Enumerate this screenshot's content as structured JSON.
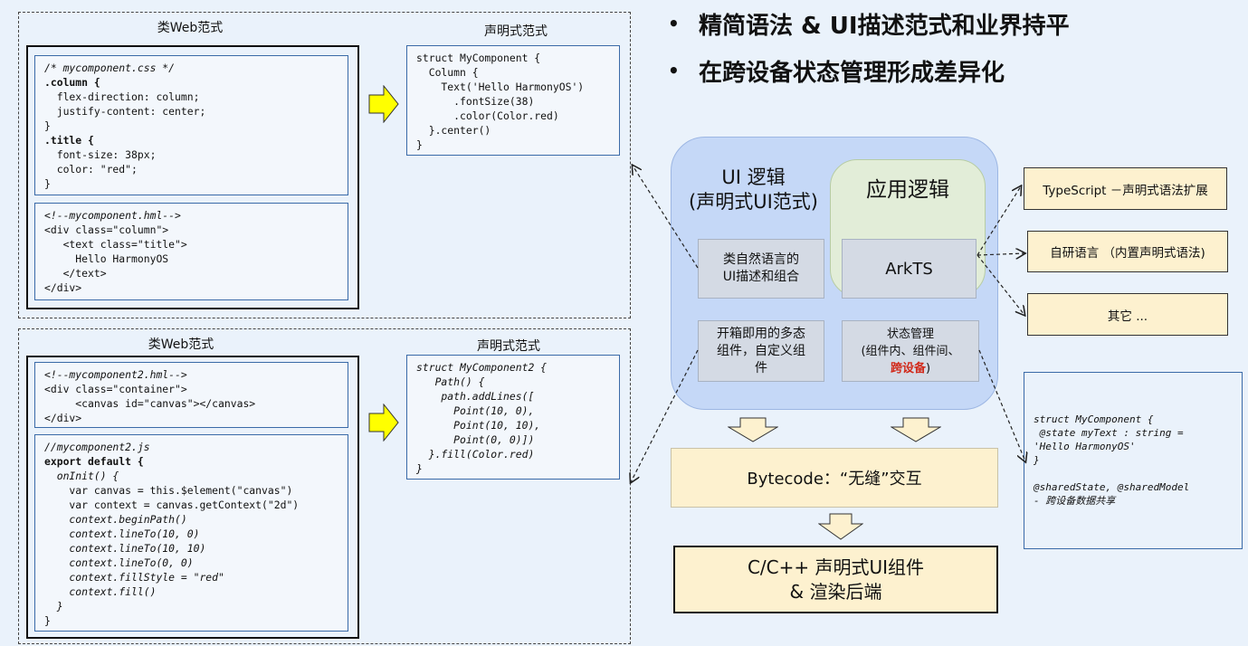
{
  "bullets": [
    "精简语法 & UI描述范式和业界持平",
    "在跨设备状态管理形成差异化"
  ],
  "panel1": {
    "left_title": "类Web范式",
    "right_title": "声明式范式",
    "css_lines": [
      "/* mycomponent.css */",
      ".column {",
      "  flex-direction: column;",
      "  justify-content: center;",
      "}",
      ".title {",
      "  font-size: 38px;",
      "  color: \"red\";",
      "}"
    ],
    "hml_lines": [
      "<!--mycomponent.hml-->",
      "<div class=\"column\">",
      "   <text class=\"title\">",
      "     Hello HarmonyOS",
      "   </text>",
      "</div>"
    ],
    "decl_lines": [
      "struct MyComponent {",
      "  Column {",
      "    Text('Hello HarmonyOS')",
      "      .fontSize(38)",
      "      .color(Color.red)",
      "  }.center()",
      "}"
    ]
  },
  "panel2": {
    "left_title": "类Web范式",
    "right_title": "声明式范式",
    "hml_lines": [
      "<!--mycomponent2.hml-->",
      "<div class=\"container\">",
      "     <canvas id=\"canvas\"></canvas>",
      "</div>"
    ],
    "js_lines": [
      "//mycomponent2.js",
      "export default {",
      "  onInit() {",
      "    var canvas = this.$element(\"canvas\")",
      "    var context = canvas.getContext(\"2d\")",
      "    context.beginPath()",
      "    context.lineTo(10, 0)",
      "    context.lineTo(10, 10)",
      "    context.lineTo(0, 0)",
      "    context.fillStyle = \"red\"",
      "    context.fill()",
      "  }",
      "}"
    ],
    "decl_lines": [
      "struct MyComponent2 {",
      "   Path() {",
      "    path.addLines([",
      "      Point(10, 0),",
      "      Point(10, 10),",
      "      Point(0, 0)])",
      "  }.fill(Color.red)",
      "}"
    ]
  },
  "arch": {
    "ui_logic_line1": "UI 逻辑",
    "ui_logic_line2": "(声明式UI范式)",
    "app_logic": "应用逻辑",
    "natural_line1": "类自然语言的",
    "natural_line2": "UI描述和组合",
    "arkts": "ArkTS",
    "components_line1": "开箱即用的多态",
    "components_line2": "组件，自定义组",
    "components_line3": "件",
    "state_line1": "状态管理",
    "state_line2_pre": "(组件内、组件间、",
    "state_line3_red": "跨设备",
    "state_line3_post": ")",
    "bytecode": "Bytecode：“无缝”交互",
    "backend_line1": "C/C++ 声明式UI组件",
    "backend_line2": "& 渲染后端"
  },
  "side_boxes": [
    "TypeScript －声明式语法扩展",
    "自研语言 （内置声明式语法)",
    "其它 ..."
  ],
  "state_code": {
    "lines": [
      "struct MyComponent {",
      " @state myText : string =",
      "'Hello HarmonyOS'",
      "}",
      "",
      "@sharedState, @sharedModel",
      "- 跨设备数据共享"
    ]
  },
  "colors": {
    "background": "#eaf2fb",
    "ui_logic_fill": "#c5d8f7",
    "app_logic_fill": "#e2edd8",
    "cream": "#fdf1cf",
    "arrow_yellow": "#ffff00",
    "red_text": "#d12a1b"
  }
}
